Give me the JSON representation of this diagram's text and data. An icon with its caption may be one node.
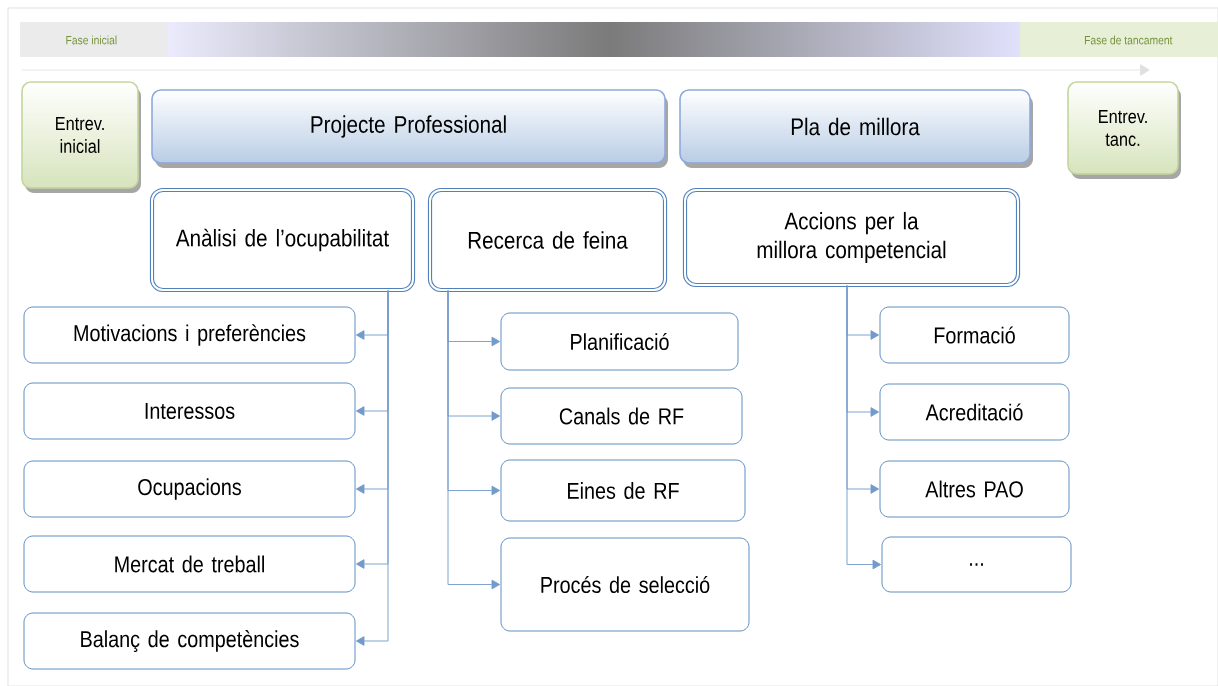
{
  "diagram": {
    "nodes": [
      {
        "text": [
          "Entrev. inicial"
        ]
      },
      {
        "text": [
          "Projecte Professional"
        ]
      },
      {
        "text": [
          "Pla de millora"
        ]
      },
      {
        "text": [
          "Entrev. tanc."
        ]
      },
      {
        "text": [
          "Anàlisi de l’ocupabilitat"
        ]
      },
      {
        "text": [
          "Recerca de feina"
        ]
      },
      {
        "text": [
          "Accions per la millora competencial"
        ]
      },
      {
        "text": [
          "Motivacions i preferències"
        ]
      },
      {
        "text": [
          "Interessos"
        ]
      },
      {
        "text": [
          "Ocupacions"
        ]
      },
      {
        "text": [
          "Mercat de treball"
        ]
      },
      {
        "text": [
          "Balanç de competències"
        ]
      },
      {
        "text": [
          "Planificació"
        ]
      },
      {
        "text": [
          "Canals de RF"
        ]
      },
      {
        "text": [
          "Eines de RF"
        ]
      },
      {
        "text": [
          "Procés de selecció"
        ]
      },
      {
        "text": [
          "Formació"
        ]
      },
      {
        "text": [
          "Acreditació"
        ]
      },
      {
        "text": [
          "Altres PAO"
        ]
      },
      {
        "text": [
          "..."
        ]
      }
    ],
    "edges": [
      {
        "from": 4,
        "to": 7,
        "arrow": "to"
      },
      {
        "from": 4,
        "to": 8,
        "arrow": "to"
      },
      {
        "from": 4,
        "to": 9,
        "arrow": "to"
      },
      {
        "from": 4,
        "to": 10,
        "arrow": "to"
      },
      {
        "from": 4,
        "to": 11,
        "arrow": "to"
      },
      {
        "from": 5,
        "to": 12,
        "arrow": "to"
      },
      {
        "from": 5,
        "to": 13,
        "arrow": "to"
      },
      {
        "from": 5,
        "to": 14,
        "arrow": "to"
      },
      {
        "from": 5,
        "to": 15,
        "arrow": "to"
      },
      {
        "from": 6,
        "to": 16,
        "arrow": "to"
      },
      {
        "from": 6,
        "to": 17,
        "arrow": "to"
      },
      {
        "from": 6,
        "to": 18,
        "arrow": "to"
      },
      {
        "from": 6,
        "to": 19,
        "arrow": "to"
      }
    ],
    "labels": [
      "Fase inicial",
      "Fase de tancament"
    ]
  }
}
